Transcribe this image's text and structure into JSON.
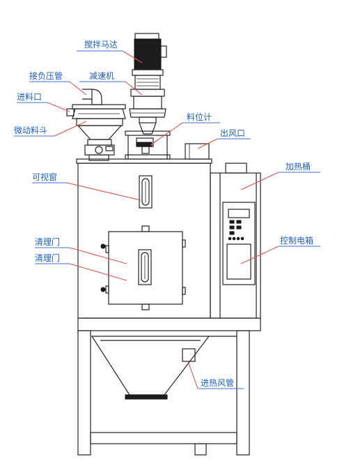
{
  "labels": {
    "stirring_motor": "搅拌马达",
    "reducer": "减速机",
    "pressure_pipe": "接负压管",
    "feed_inlet": "进料口",
    "micro_hopper": "微动料斗",
    "level_gauge": "料位计",
    "air_outlet": "出风口",
    "sight_window": "可视窗",
    "heating_barrel": "加热桶",
    "clean_door_1": "清理门",
    "clean_door_2": "清理门",
    "control_box": "控制电箱",
    "hot_air_pipe": "进热风管"
  },
  "colors": {
    "label_text": "#1f5fbf",
    "leader_line": "#e05050",
    "underline": "#3a6fd0",
    "drawing": "#222222"
  }
}
